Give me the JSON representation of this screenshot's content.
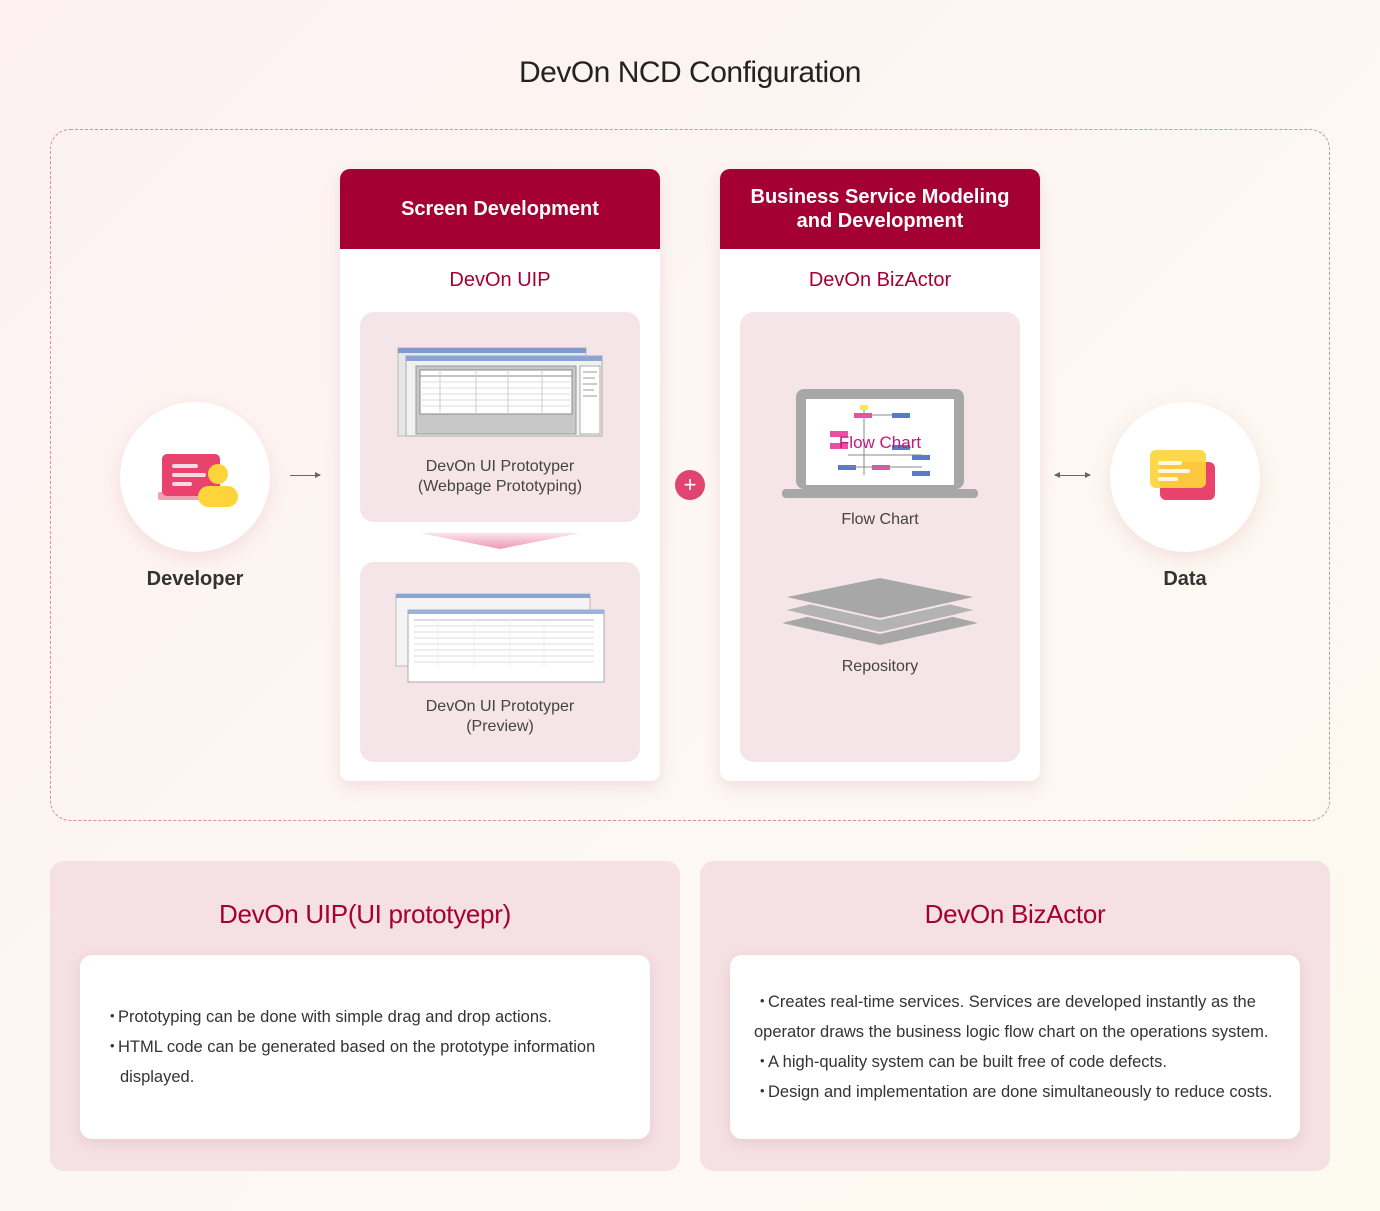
{
  "title": "DevOn NCD Configuration",
  "developer": {
    "label": "Developer",
    "icon": "developer-icon"
  },
  "data_actor": {
    "label": "Data",
    "icon": "data-icon"
  },
  "screen_dev": {
    "header": "Screen Development",
    "subtitle": "DevOn UIP",
    "box1": {
      "line1": "DevOn UI Prototyper",
      "line2": "(Webpage Prototyping)"
    },
    "box2": {
      "line1": "DevOn UI Prototyper",
      "line2": "(Preview)"
    }
  },
  "plus": "+",
  "biz_dev": {
    "header_line1": "Business Service Modeling",
    "header_line2": "and Development",
    "subtitle": "DevOn BizActor",
    "flowchart_screen_text": "Flow Chart",
    "flowchart_label": "Flow Chart",
    "repository_label": "Repository"
  },
  "uip_card": {
    "title": "DevOn UIP(UI prototyepr)",
    "bullets": [
      {
        "text": "Prototyping can be done with simple drag and drop actions."
      },
      {
        "text": "HTML code can be generated based on the prototype information",
        "cont": "displayed."
      }
    ]
  },
  "biz_card": {
    "title": "DevOn BizActor",
    "bullets": [
      {
        "text": "Creates real-time services. Services are developed instantly as the",
        "cont": "operator draws the business logic flow chart on the operations system."
      },
      {
        "text": "A high-quality system can be built free of code defects."
      },
      {
        "text": "Design and implementation are done simultaneously to reduce costs."
      }
    ]
  },
  "bullet_mark": "・",
  "colors": {
    "accent": "#a50034",
    "pink": "#e0456f",
    "yellow": "#ffd43b"
  }
}
